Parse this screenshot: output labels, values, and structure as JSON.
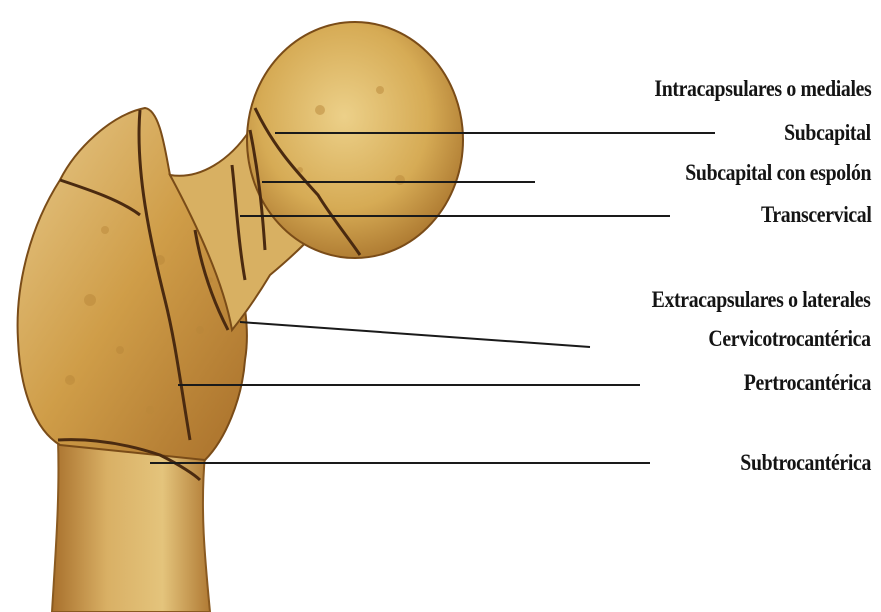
{
  "diagram": {
    "groups": [
      {
        "heading": "Intracapsulares o mediales",
        "items": [
          "Subcapital",
          "Subcapital con espolón",
          "Transcervical"
        ]
      },
      {
        "heading": "Extracapsulares o laterales",
        "items": [
          "Cervicotrocantérica",
          "Pertrocantérica",
          "Subtrocantérica"
        ]
      }
    ]
  },
  "colors": {
    "bone_light": "#e2c27a",
    "bone_mid": "#c9983e",
    "bone_dark": "#9a6522",
    "fracture_line": "#4a2a10",
    "leader_line": "#1a1a1a"
  }
}
